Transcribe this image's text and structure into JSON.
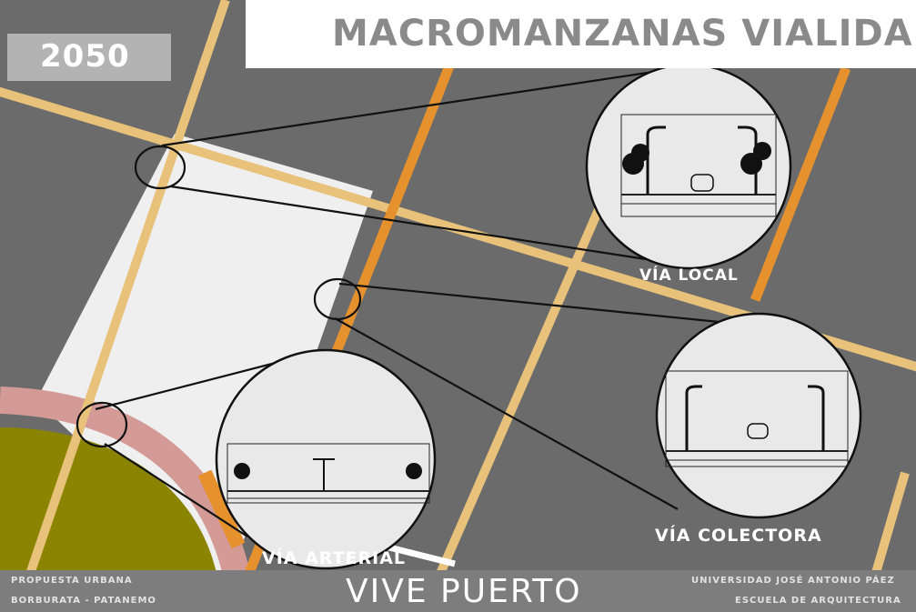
{
  "title": "MACROMANZANAS VIALIDAD",
  "year": "2050",
  "callouts": {
    "local": "VÍA LOCAL",
    "colectora": "VÍA COLECTORA",
    "arterial": "VÍA ARTERIAL"
  },
  "footer": {
    "left_line1": "PROPUESTA URBANA",
    "left_line2": "BORBURATA - PATANEMO",
    "center": "VIVE PUERTO",
    "right_line1": "UNIVERSIDAD JOSÉ ANTONIO PÁEZ",
    "right_line2": "ESCUELA DE ARQUITECTURA"
  },
  "colors": {
    "block": "#6b6b6b",
    "plaza": "#efefef",
    "local_road": "#e8c27a",
    "collector_road": "#e4912e",
    "arterial_road": "#d39a96",
    "green_area": "#8a8400",
    "circle_fill": "#e9e9e9",
    "footer": "#7d7d7d"
  }
}
